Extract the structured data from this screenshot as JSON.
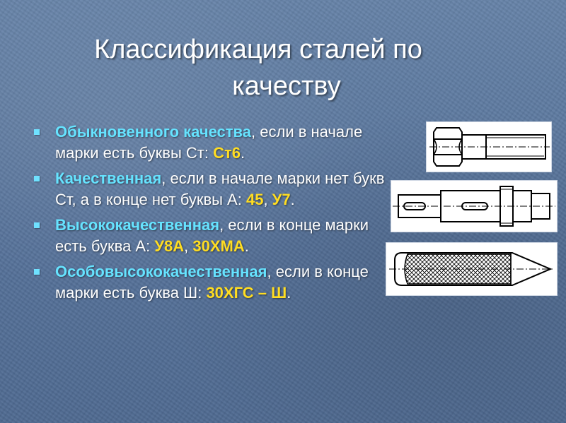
{
  "slide": {
    "title_line1": "Классификация сталей по",
    "title_line2": "качеству",
    "bullets": [
      {
        "term": "Обыкновенного качества",
        "text": ", если в начале марки есть буквы Ст: ",
        "grades": [
          "Ст6"
        ],
        "end": "."
      },
      {
        "term": "Качественная",
        "text": ", если в начале марки нет букв Ст, а в конце нет буквы А: ",
        "grades": [
          "45",
          "У7"
        ],
        "separator": ", ",
        "end": "."
      },
      {
        "term": "Высококачественная",
        "text": ", если в конце марки есть буква А: ",
        "grades": [
          "У8А",
          "30ХМА"
        ],
        "separator": ", ",
        "end": "."
      },
      {
        "term": "Особовысококачественная",
        "text": ", если в конце марки есть буква Ш: ",
        "grades": [
          "30ХГС – Ш"
        ],
        "end": "."
      }
    ],
    "colors": {
      "background": "#5a7396",
      "title": "#ffffff",
      "term": "#66e3ff",
      "grade": "#ffdd22",
      "bullet_marker": "#6fe1ff"
    },
    "images": [
      "bolt-drawing",
      "shaft-drawing",
      "knurled-pin-drawing"
    ]
  }
}
